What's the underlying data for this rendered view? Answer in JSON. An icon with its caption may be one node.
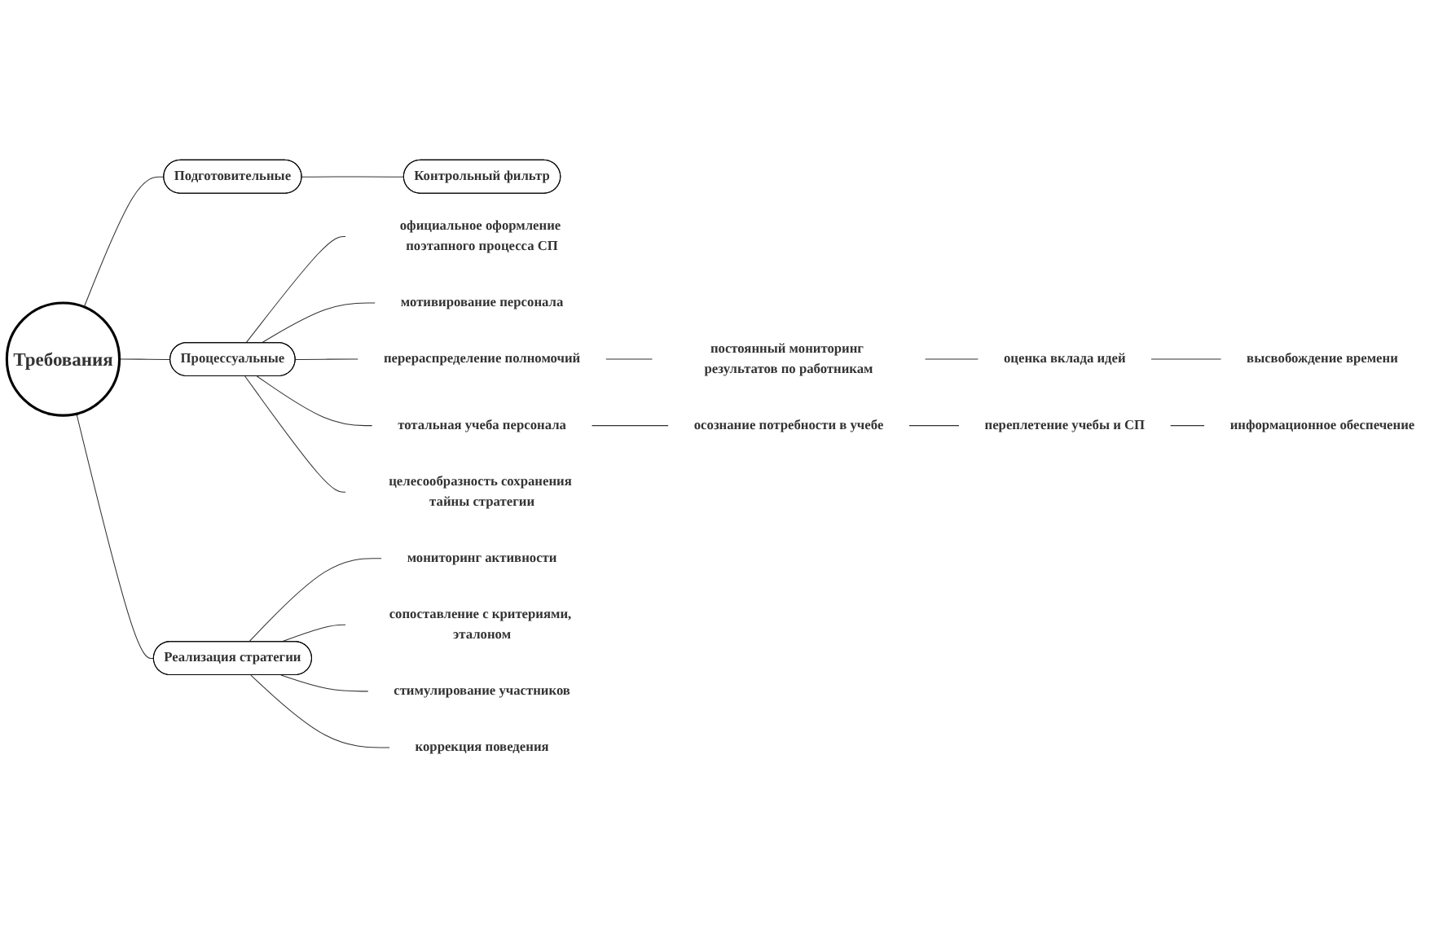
{
  "diagram": {
    "nodes": [
      {
        "text": [
          "Требования"
        ]
      },
      {
        "text": [
          "Подготовительные"
        ]
      },
      {
        "text": [
          "Процессуальные"
        ]
      },
      {
        "text": [
          "Реализация стратегии"
        ]
      },
      {
        "text": [
          "Контрольный фильтр"
        ]
      },
      {
        "text": [
          "официальное оформление поэтапного процесса СП"
        ]
      },
      {
        "text": [
          "мотивирование персонала"
        ]
      },
      {
        "text": [
          "перераспределение полномочий"
        ]
      },
      {
        "text": [
          "постоянный мониторинг результатов по работникам"
        ]
      },
      {
        "text": [
          "оценка вклада идей"
        ]
      },
      {
        "text": [
          "высвобождение времени"
        ]
      },
      {
        "text": [
          "тотальная учеба персонала"
        ]
      },
      {
        "text": [
          "осознание потребности в учебе"
        ]
      },
      {
        "text": [
          "переплетение учебы и СП"
        ]
      },
      {
        "text": [
          "информационное обеспечение"
        ]
      },
      {
        "text": [
          "целесообразность сохранения тайны стратегии"
        ]
      },
      {
        "text": [
          "мониторинг активности"
        ]
      },
      {
        "text": [
          "сопоставление с критериями, эталоном"
        ]
      },
      {
        "text": [
          "стимулирование участников"
        ]
      },
      {
        "text": [
          "коррекция поведения"
        ]
      }
    ],
    "edges": [
      {
        "from": 0,
        "to": 1,
        "arrow": "none"
      },
      {
        "from": 0,
        "to": 2,
        "arrow": "none"
      },
      {
        "from": 0,
        "to": 3,
        "arrow": "none"
      },
      {
        "from": 1,
        "to": 4,
        "arrow": "none"
      },
      {
        "from": 2,
        "to": 5,
        "arrow": "none"
      },
      {
        "from": 2,
        "to": 6,
        "arrow": "none"
      },
      {
        "from": 2,
        "to": 7,
        "arrow": "none"
      },
      {
        "from": 7,
        "to": 8,
        "arrow": "none"
      },
      {
        "from": 8,
        "to": 9,
        "arrow": "none"
      },
      {
        "from": 9,
        "to": 10,
        "arrow": "none"
      },
      {
        "from": 2,
        "to": 11,
        "arrow": "none"
      },
      {
        "from": 11,
        "to": 12,
        "arrow": "none"
      },
      {
        "from": 12,
        "to": 13,
        "arrow": "none"
      },
      {
        "from": 13,
        "to": 14,
        "arrow": "none"
      },
      {
        "from": 2,
        "to": 15,
        "arrow": "none"
      },
      {
        "from": 3,
        "to": 16,
        "arrow": "none"
      },
      {
        "from": 3,
        "to": 17,
        "arrow": "none"
      },
      {
        "from": 3,
        "to": 18,
        "arrow": "none"
      },
      {
        "from": 3,
        "to": 19,
        "arrow": "none"
      }
    ]
  }
}
